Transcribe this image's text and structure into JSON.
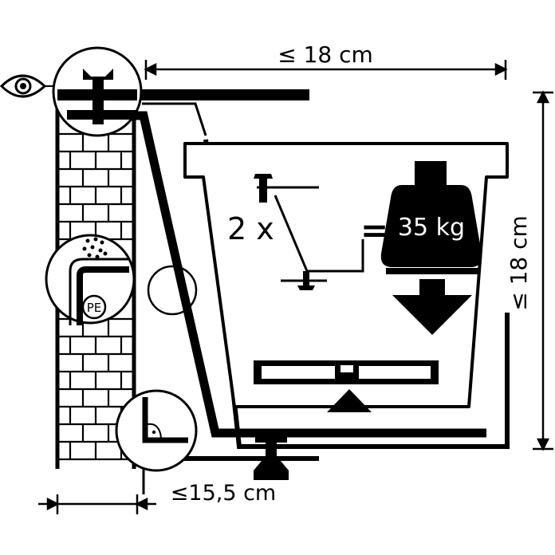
{
  "dimensions": {
    "top_width": "≤ 18 cm",
    "right_height": "≤ 18 cm",
    "bottom_offset": "≤15,5 cm"
  },
  "mounting": {
    "multiplier": "2 x",
    "equals": "=",
    "load": "35 kg"
  },
  "details": {
    "membrane_label": "PE"
  },
  "colors": {
    "ink": "#000000",
    "paper": "#ffffff"
  },
  "icons": [
    "eye-icon",
    "wing-nut-icon",
    "weight-icon",
    "down-arrow-icon",
    "spirit-level-icon",
    "up-triangle-icon",
    "right-angle-icon",
    "water-drops-icon"
  ]
}
